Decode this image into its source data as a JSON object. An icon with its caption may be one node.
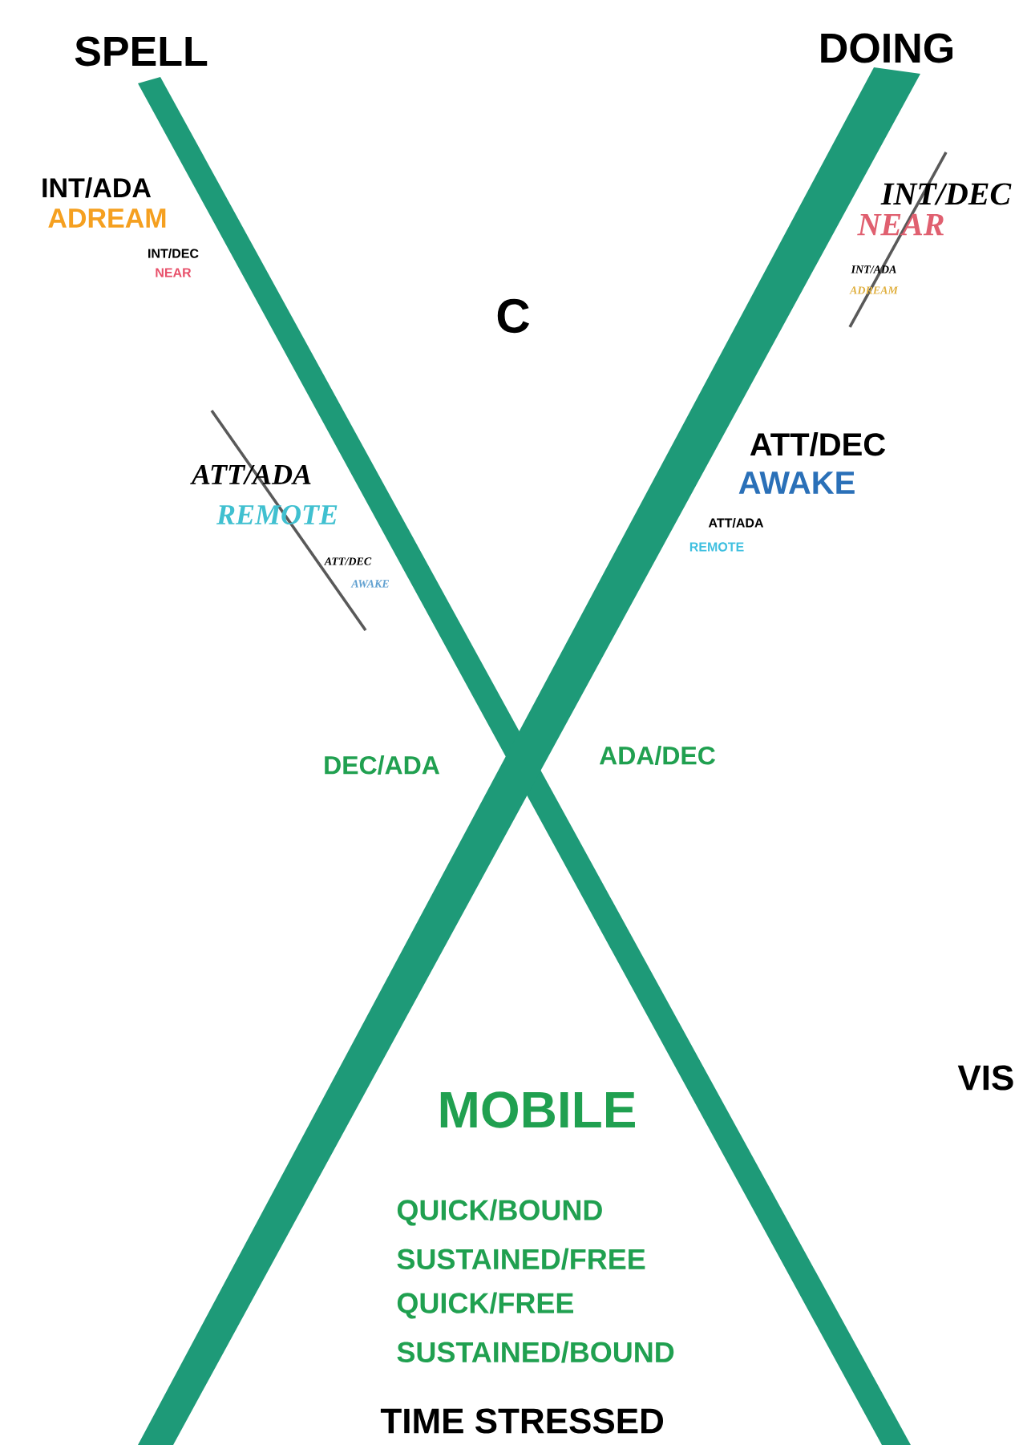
{
  "diagram": {
    "labels": [
      "SPELL",
      "DOING",
      "INT/ADA",
      "ADREAM",
      "INT/DEC",
      "NEAR",
      "C",
      "INT/DEC",
      "NEAR",
      "INT/ADA",
      "ADREAM",
      "ATT/ADA",
      "REMOTE",
      "ATT/DEC",
      "AWAKE",
      "ATT/DEC",
      "AWAKE",
      "ATT/ADA",
      "REMOTE",
      "DEC/ADA",
      "ADA/DEC",
      "VIS",
      "MOBILE",
      "QUICK/BOUND",
      "SUSTAINED/FREE",
      "QUICK/FREE",
      "SUSTAINED/BOUND",
      "TIME STRESSED"
    ]
  }
}
